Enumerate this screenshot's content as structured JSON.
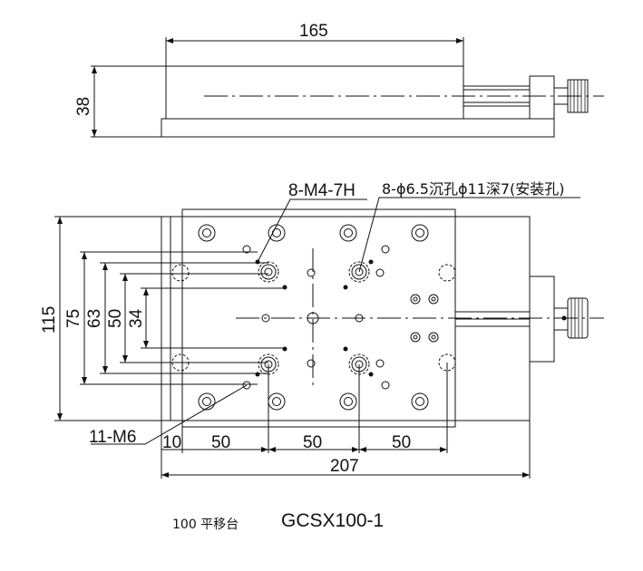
{
  "top_view": {
    "dim_width": "165",
    "dim_height": "38"
  },
  "plan_view": {
    "dim_height_outer": "115",
    "dim_75": "75",
    "dim_63": "63",
    "dim_50": "50",
    "dim_34": "34",
    "dim_bottom_10": "10",
    "dim_bottom_50a": "50",
    "dim_bottom_50b": "50",
    "dim_bottom_50c": "50",
    "dim_total_207": "207",
    "callout_tapped": "8-M4-7H",
    "callout_counterbore": "8-ϕ6.5沉孔ϕ11深7(安装孔)",
    "callout_m6": "11-M6"
  },
  "caption": {
    "model_cn": "100 平移台",
    "model_code": "GCSX100-1"
  }
}
